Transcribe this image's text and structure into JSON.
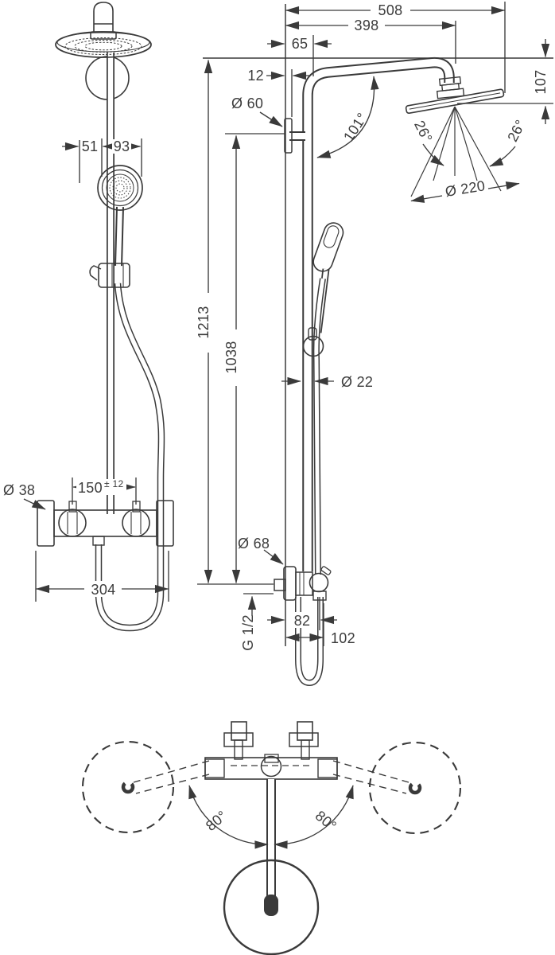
{
  "front_view": {
    "d51": "51",
    "d93": "93",
    "d38": "Ø 38",
    "d150": "150",
    "d150_tol": "± 12",
    "d304": "304"
  },
  "side_view": {
    "d508": "508",
    "d398": "398",
    "d65": "65",
    "d12": "12",
    "d60": "Ø 60",
    "d107": "107",
    "d101": "101°",
    "d26_left": "26°",
    "d26_right": "26°",
    "d220": "Ø 220",
    "d1213": "1213",
    "d1038": "1038",
    "d22": "Ø 22",
    "d68": "Ø 68",
    "g_thread": "G 1/2",
    "d82": "82",
    "d102": "102"
  },
  "top_view": {
    "d80_left": "80°",
    "d80_right": "80°"
  },
  "colors": {
    "line": "#3a3a3a",
    "text": "#3c3c3c",
    "background": "#ffffff"
  }
}
